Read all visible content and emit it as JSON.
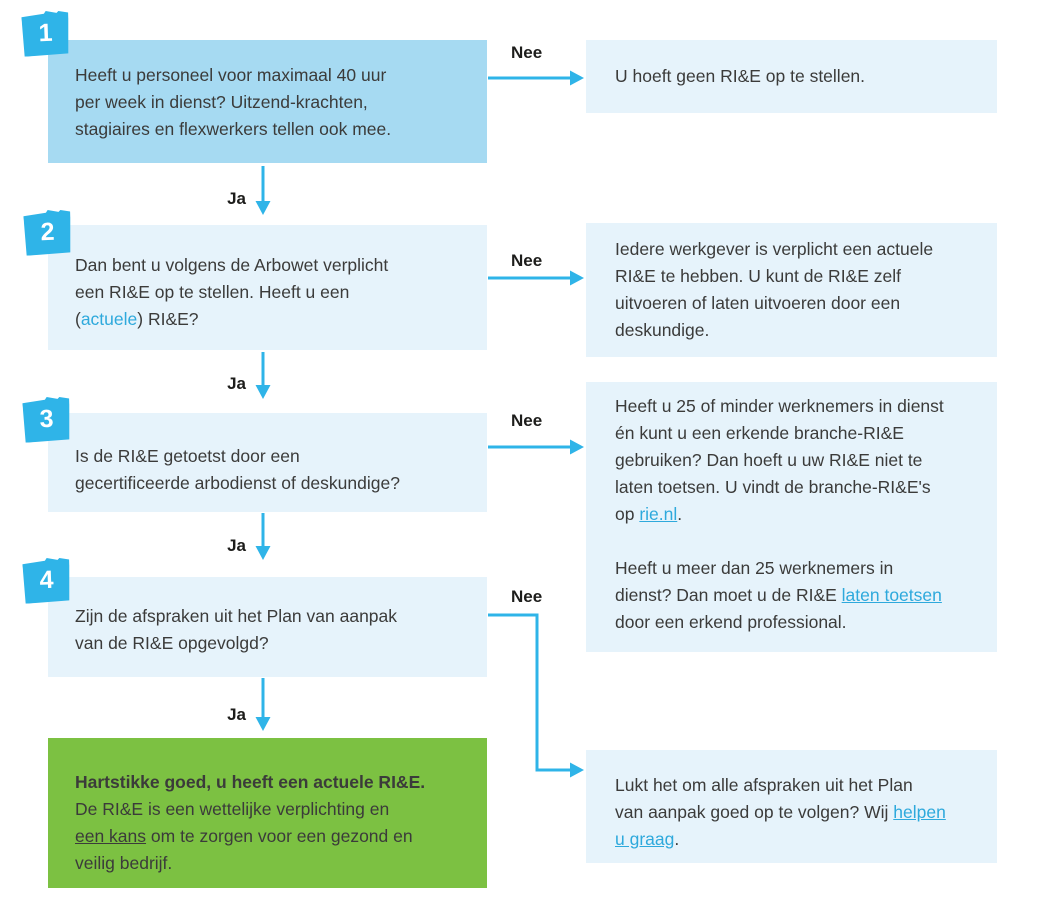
{
  "colors": {
    "accent": "#2fb4e8",
    "box-step1": "#a6daf2",
    "box-light": "#e6f3fb",
    "box-green": "#7cc142",
    "text-dark": "#3b3b3a",
    "label-dark": "#1d1d1b",
    "link": "#2ea9dc"
  },
  "labels": {
    "yes": "Ja",
    "no": "Nee"
  },
  "steps": [
    {
      "number": "1",
      "question": [
        {
          "text": "Heeft u personeel voor maximaal 40 uur\nper week in dienst? Uitzend-krachten,\nstagiaires en flexwerkers tellen ook mee."
        }
      ]
    },
    {
      "number": "2",
      "question": [
        {
          "text": "Dan bent u volgens de Arbowet verplicht\neen RI&E op te stellen. Heeft u een\n("
        },
        {
          "text": "actuele",
          "style": "link-plain"
        },
        {
          "text": ") RI&E?"
        }
      ]
    },
    {
      "number": "3",
      "question": [
        {
          "text": "Is de RI&E getoetst door een\ngecertificeerde arbodienst of deskundige?"
        }
      ]
    },
    {
      "number": "4",
      "question": [
        {
          "text": "Zijn de afspraken uit het Plan van aanpak\nvan de RI&E opgevolgd?"
        }
      ]
    }
  ],
  "answers": [
    {
      "paragraphs": [
        [
          {
            "text": "U hoeft geen RI&E op te stellen."
          }
        ]
      ]
    },
    {
      "paragraphs": [
        [
          {
            "text": "Iedere werkgever is verplicht een actuele\nRI&E te hebben. U kunt de RI&E zelf\nuitvoeren of laten uitvoeren door een\ndeskundige."
          }
        ]
      ]
    },
    {
      "paragraphs": [
        [
          {
            "text": "Heeft u 25 of minder werknemers in dienst\nén kunt u een erkende branche-RI&E\ngebruiken? Dan hoeft u uw RI&E niet te\nlaten toetsen. U vindt de branche-RI&E's\nop "
          },
          {
            "text": "rie.nl",
            "style": "link"
          },
          {
            "text": "."
          }
        ],
        [
          {
            "text": "Heeft u meer dan 25 werknemers in\ndienst? Dan moet u de RI&E "
          },
          {
            "text": "laten toetsen",
            "style": "link"
          },
          {
            "text": "\ndoor een erkend professional."
          }
        ]
      ]
    },
    {
      "paragraphs": [
        [
          {
            "text": "Lukt het om alle afspraken uit het Plan\nvan aanpak goed op te volgen? Wij "
          },
          {
            "text": "helpen\nu graag",
            "style": "link"
          },
          {
            "text": "."
          }
        ]
      ]
    }
  ],
  "final": {
    "paragraphs": [
      [
        {
          "text": "Hartstikke goed, u heeft een actuele RI&E.",
          "style": "bold"
        },
        {
          "text": "\nDe RI&E is een wettelijke verplichting en\n"
        },
        {
          "text": "een kans",
          "style": "link-dark"
        },
        {
          "text": " om te zorgen voor een gezond en\nveilig bedrijf."
        }
      ]
    ]
  }
}
